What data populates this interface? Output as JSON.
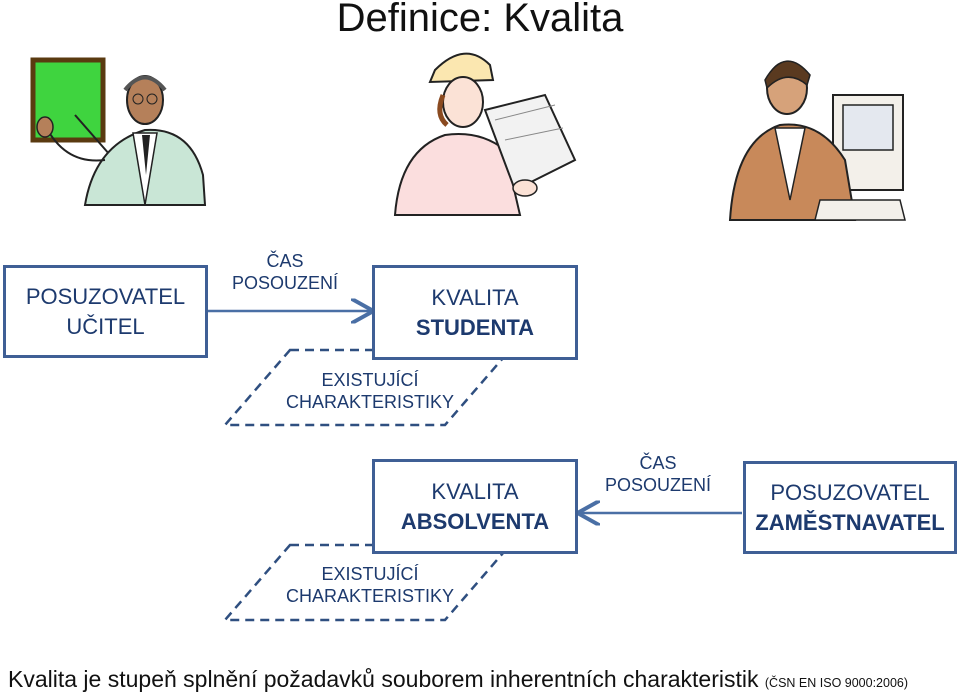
{
  "title": "Definice: Kvalita",
  "top": {
    "assessor_box": {
      "line1": "POSUZOVATEL",
      "line2": "UČITEL"
    },
    "time_label": {
      "line1": "ČAS",
      "line2": "POSOUZENÍ"
    },
    "quality_box": {
      "line1": "KVALITA",
      "line2": "STUDENTA"
    },
    "characteristics": {
      "line1": "EXISTUJÍCÍ",
      "line2": "CHARAKTERISTIKY"
    }
  },
  "bottom": {
    "quality_box": {
      "line1": "KVALITA",
      "line2": "ABSOLVENTA"
    },
    "time_label": {
      "line1": "ČAS",
      "line2": "POSOUZENÍ"
    },
    "assessor_box": {
      "line1": "POSUZOVATEL",
      "line2": "ZAMĚSTNAVATEL"
    },
    "characteristics": {
      "line1": "EXISTUJÍCÍ",
      "line2": "CHARAKTERISTIKY"
    }
  },
  "footer": {
    "definition": "Kvalita je stupeň splnění požadavků souborem inherentních charakteristik",
    "source": "(ČSN EN ISO 9000:2006)"
  },
  "colors": {
    "box_border": "#3f5f95",
    "arrow": "#4a6fa5",
    "dashed": "#2f4f80",
    "text": "#1d3a6e"
  },
  "icons": [
    "teacher-illustration",
    "student-illustration",
    "employer-illustration"
  ]
}
